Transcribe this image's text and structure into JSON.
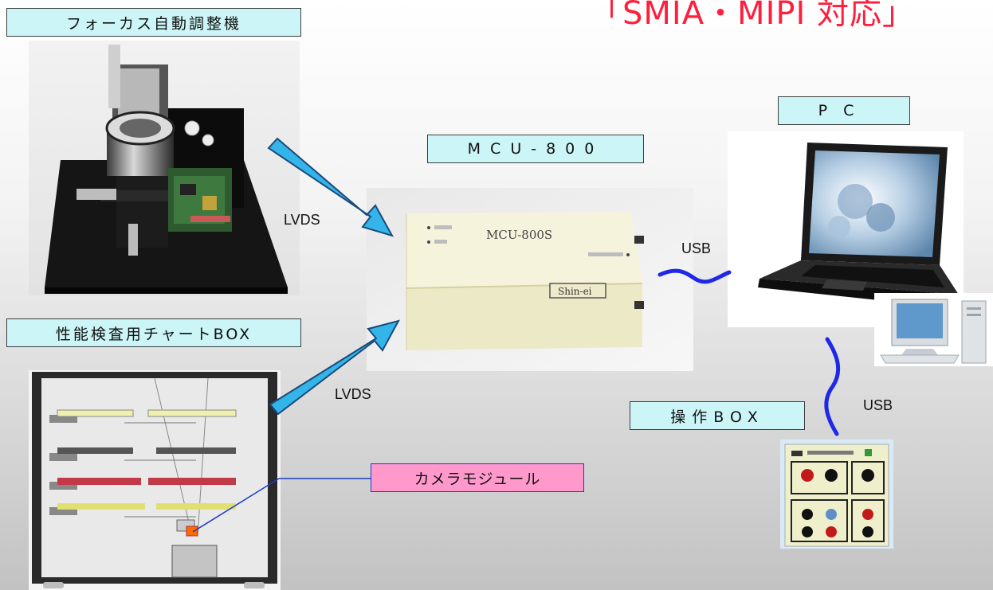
{
  "title": "「SMIA・MIPI 対応」",
  "labels": {
    "focus_machine": "フォーカス自動調整機",
    "chart_box": "性能検査用チャートBOX",
    "mcu": "MCU-800",
    "pc": "PC",
    "control_box": "操作BOX",
    "camera_module": "カメラモジュール"
  },
  "connections": {
    "lvds_top": "LVDS",
    "lvds_bottom": "LVDS",
    "usb_pc": "USB",
    "usb_box": "USB"
  },
  "device_markings": {
    "mcu_model": "MCU-800S",
    "mcu_brand": "Shin-ei"
  },
  "colors": {
    "arrow": "#33b5ea",
    "cable": "#1e28e6",
    "title": "#ff1e3c",
    "label_bg": "#ccf5f7",
    "highlight_bg": "#ff99cc"
  },
  "icons": [
    "focus-machine-photo",
    "chart-box-drawing",
    "mcu-device-photo",
    "laptop-photo",
    "desktop-pc-photo",
    "control-box-photo"
  ]
}
